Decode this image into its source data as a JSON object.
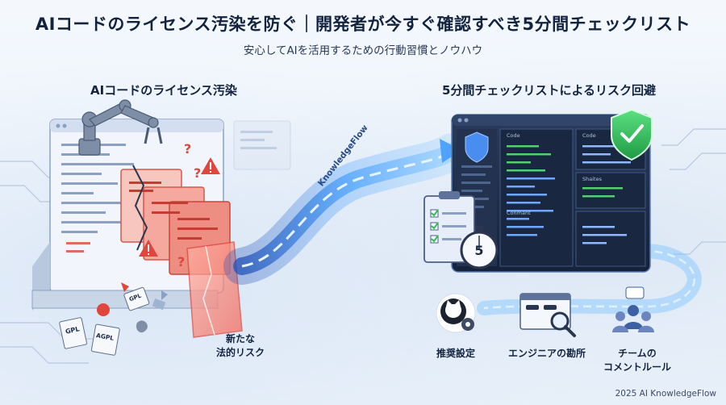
{
  "header": {
    "title": "AIコードのライセンス汚染を防ぐ｜開発者が今すぐ確認すべき5分間チェックリスト",
    "subtitle": "安心してAIを活用するための行動習慣とノウハウ"
  },
  "left_section": {
    "heading": "AIコードのライセンス汚染",
    "risk_label_line1": "新たな",
    "risk_label_line2": "法的リスク",
    "license_tags": [
      "GPL",
      "GPL",
      "AGPL"
    ]
  },
  "flow": {
    "label": "KnowledgeFlow"
  },
  "right_section": {
    "heading": "5分間チェックリストによるリスク回避",
    "timer_value": "5",
    "panel_tabs": [
      "Code",
      "Code",
      "Shaites",
      "Conmant"
    ],
    "items": [
      {
        "label": "推奨設定",
        "icon": "github-settings-icon"
      },
      {
        "label": "エンジニアの勘所",
        "icon": "code-magnifier-icon"
      },
      {
        "label_line1": "チームの",
        "label_line2": "コメントルール",
        "icon": "team-icon"
      }
    ]
  },
  "footer": {
    "copyright": "2025 AI KnowledgeFlow"
  },
  "colors": {
    "accent_blue": "#2f6fd6",
    "danger_red": "#e0463c",
    "shield_green": "#2fbf5a",
    "dark_panel": "#1c2a44"
  }
}
